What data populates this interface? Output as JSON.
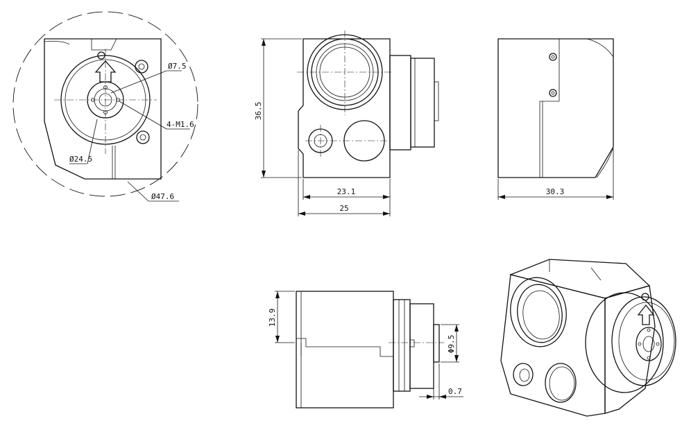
{
  "drawing": {
    "colors": {
      "line": "#111111",
      "background": "#ffffff"
    },
    "views": {
      "front_lens_view": {
        "dimensions": {
          "d_small": "Ø7.5",
          "screws": "4-M1.6",
          "d_mount": "Ø24.5",
          "d_sweep": "Ø47.6"
        }
      },
      "front_view": {
        "dimensions": {
          "height": "36.5",
          "inner_width": "23.1",
          "width": "25"
        }
      },
      "side_view": {
        "dimensions": {
          "depth": "30.3"
        }
      },
      "top_view": {
        "dimensions": {
          "offset": "13.9",
          "d_shaft": "Φ9.5",
          "protrusion": "0.7"
        }
      },
      "isometric_view": {}
    }
  }
}
